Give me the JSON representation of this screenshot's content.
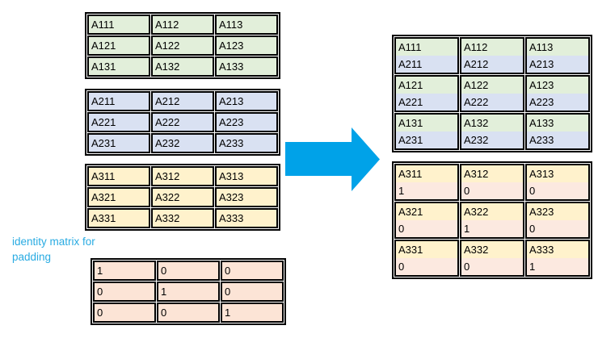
{
  "colors": {
    "cell_green": "#E2EFDA",
    "cell_blue": "#D9E1F2",
    "cell_yellow": "#FFF2CC",
    "cell_orange": "#FCE4D6",
    "cell_orange_light": "#FCE9E0",
    "arrow_blue": "#00A2E8",
    "label_blue": "#29ABE2",
    "border_black": "#000000"
  },
  "label": {
    "identity_note": "identity matrix for padding"
  },
  "left_tables": {
    "slice1": {
      "rows": [
        [
          "A111",
          "A112",
          "A113"
        ],
        [
          "A121",
          "A122",
          "A123"
        ],
        [
          "A131",
          "A132",
          "A133"
        ]
      ]
    },
    "slice2": {
      "rows": [
        [
          "A211",
          "A212",
          "A213"
        ],
        [
          "A221",
          "A222",
          "A223"
        ],
        [
          "A231",
          "A232",
          "A233"
        ]
      ]
    },
    "slice3": {
      "rows": [
        [
          "A311",
          "A312",
          "A313"
        ],
        [
          "A321",
          "A322",
          "A323"
        ],
        [
          "A331",
          "A332",
          "A333"
        ]
      ]
    },
    "identity": {
      "rows": [
        [
          "1",
          "0",
          "0"
        ],
        [
          "0",
          "1",
          "0"
        ],
        [
          "0",
          "0",
          "1"
        ]
      ]
    }
  },
  "right_tables": {
    "interleaved_slices_1_2": {
      "rows": [
        [
          [
            "A111",
            "A211"
          ],
          [
            "A112",
            "A212"
          ],
          [
            "A113",
            "A213"
          ]
        ],
        [
          [
            "A121",
            "A221"
          ],
          [
            "A122",
            "A222"
          ],
          [
            "A123",
            "A223"
          ]
        ],
        [
          [
            "A131",
            "A231"
          ],
          [
            "A132",
            "A232"
          ],
          [
            "A133",
            "A233"
          ]
        ]
      ]
    },
    "interleaved_slice3_identity": {
      "rows": [
        [
          [
            "A311",
            "1"
          ],
          [
            "A312",
            "0"
          ],
          [
            "A313",
            "0"
          ]
        ],
        [
          [
            "A321",
            "0"
          ],
          [
            "A322",
            "1"
          ],
          [
            "A323",
            "0"
          ]
        ],
        [
          [
            "A331",
            "0"
          ],
          [
            "A332",
            "0"
          ],
          [
            "A333",
            "1"
          ]
        ]
      ]
    }
  }
}
